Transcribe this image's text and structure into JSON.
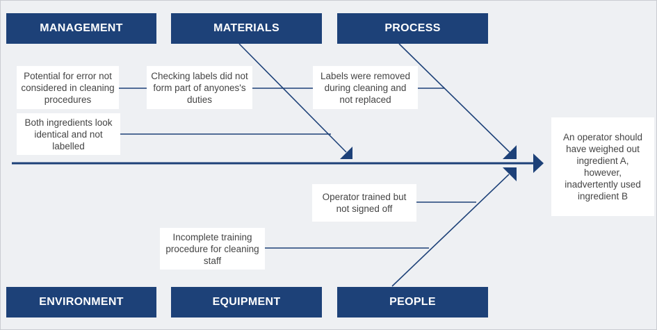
{
  "diagram": {
    "type": "fishbone",
    "colors": {
      "category_fill": "#1d4178",
      "line": "#1d4178",
      "background": "#eef0f3",
      "label_fill": "#ffffff"
    },
    "categories": {
      "management": "MANAGEMENT",
      "materials": "MATERIALS",
      "process": "PROCESS",
      "environment": "ENVIRONMENT",
      "equipment": "EQUIPMENT",
      "people": "PEOPLE"
    },
    "causes": {
      "potential_error": "Potential for error not considered in cleaning procedures",
      "checking_labels": "Checking labels did not form part of anyones's duties",
      "labels_removed": "Labels were removed during cleaning and not replaced",
      "identical_ingredients": "Both ingredients look identical and not labelled",
      "operator_trained": "Operator trained but not signed off",
      "incomplete_training": "Incomplete training procedure for cleaning staff"
    },
    "effect": "An operator should have weighed out ingredient A, however, inadvertently used ingredient B"
  }
}
